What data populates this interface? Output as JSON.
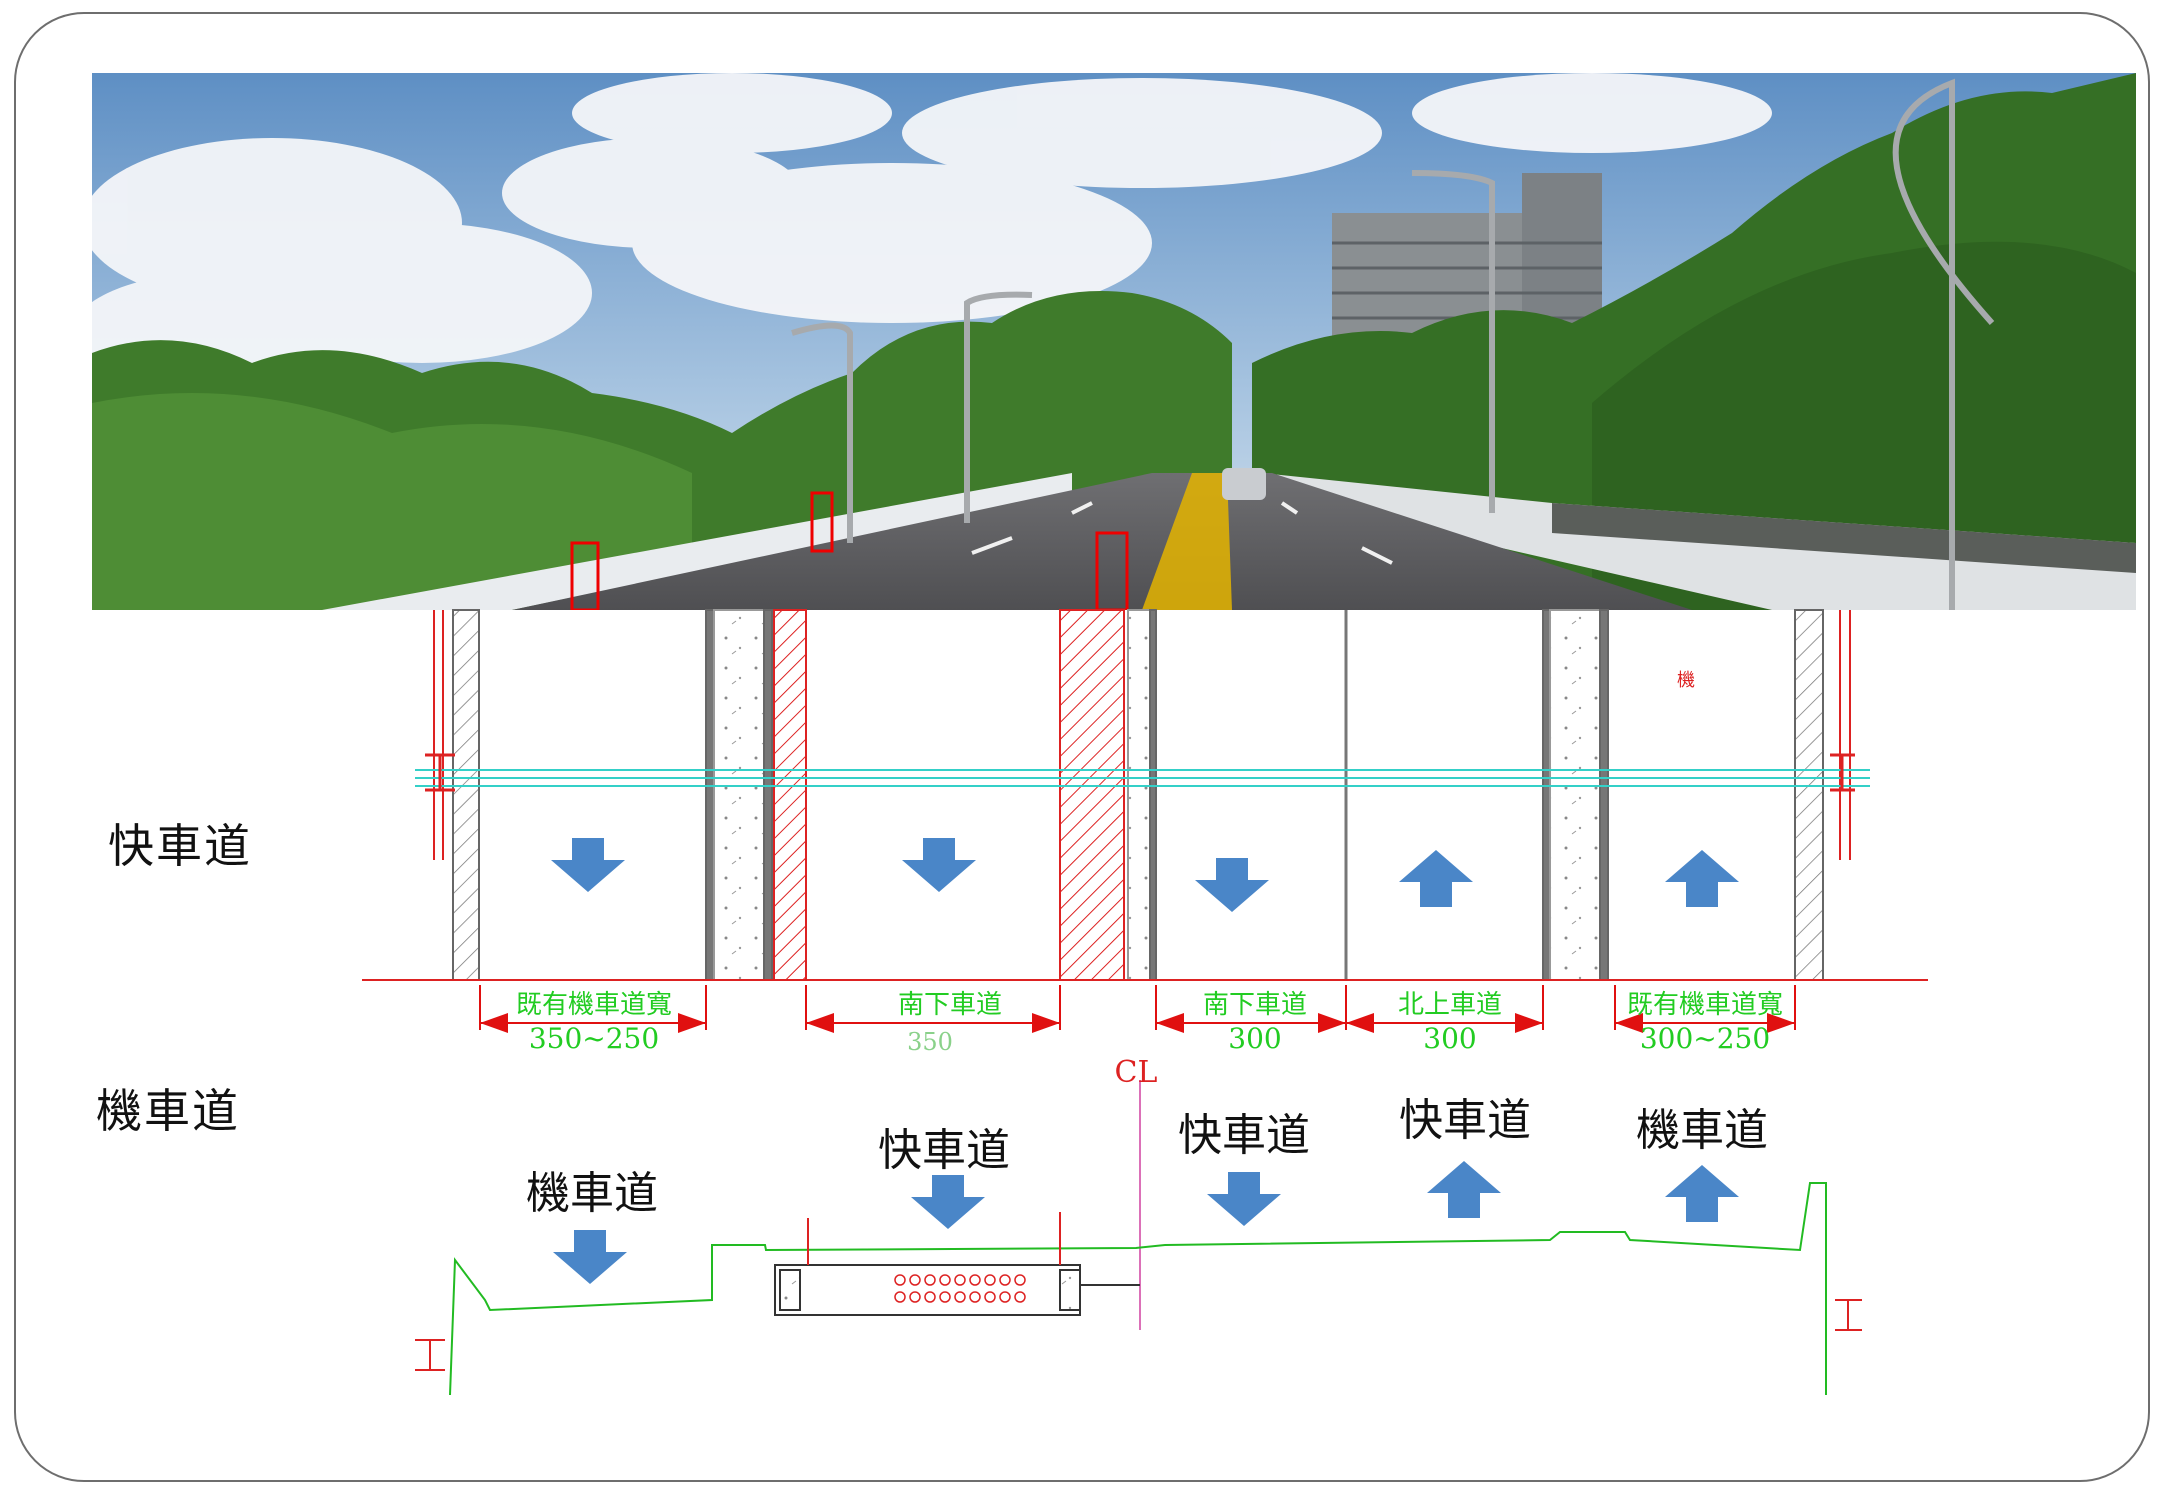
{
  "side_labels": {
    "fast_lane": "快車道",
    "moto_lane": "機車道"
  },
  "plan_dimensions": [
    {
      "label": "既有機車道寬",
      "value": "350~250"
    },
    {
      "label": "南下車道",
      "value": "350"
    },
    {
      "label": "南下車道",
      "value": "300"
    },
    {
      "label": "北上車道",
      "value": "300"
    },
    {
      "label": "既有機車道寬",
      "value": "300~250"
    }
  ],
  "plan_note": "機",
  "centerline_symbol": "CL",
  "section_labels": [
    {
      "text": "機車道",
      "direction": "down"
    },
    {
      "text": "快車道",
      "direction": "down"
    },
    {
      "text": "快車道",
      "direction": "down"
    },
    {
      "text": "快車道",
      "direction": "up"
    },
    {
      "text": "機車道",
      "direction": "up"
    }
  ],
  "plan_arrows": [
    "down",
    "down",
    "down",
    "up",
    "up"
  ],
  "colors": {
    "dimension_text": "#22cc22",
    "dimension_line": "#e01010",
    "arrow_fill": "#4a86c8",
    "ground_line": "#22bb22",
    "utility_line": "#34d0c8"
  }
}
